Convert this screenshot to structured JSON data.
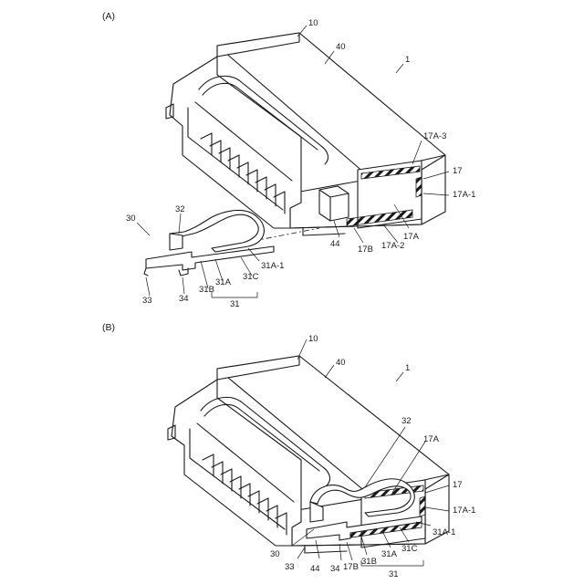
{
  "panels": [
    {
      "tag": "(A)",
      "labels": {
        "housing": "10",
        "cover": "40",
        "connector": "1",
        "recess_top": "17A-3",
        "wall": "17",
        "wall_side": "17A-1",
        "recess": "17A",
        "recess_bottom": "17A-2",
        "bottom_wall": "17B",
        "lock": "44",
        "terminal": "30",
        "tab": "32",
        "contact_tip": "31A-1",
        "spring_c": "31C",
        "spring_a": "31A",
        "spring_b": "31B",
        "foot": "34",
        "tail": "33",
        "spring": "31"
      }
    },
    {
      "tag": "(B)",
      "labels": {
        "housing": "10",
        "cover": "40",
        "connector": "1",
        "tab": "32",
        "recess": "17A",
        "wall": "17",
        "wall_side": "17A-1",
        "contact_tip": "31A-1",
        "spring_c": "31C",
        "spring_a": "31A",
        "spring_b": "31B",
        "bottom_wall": "17B",
        "foot": "34",
        "lock": "44",
        "tail": "33",
        "terminal": "30",
        "spring": "31"
      }
    }
  ]
}
